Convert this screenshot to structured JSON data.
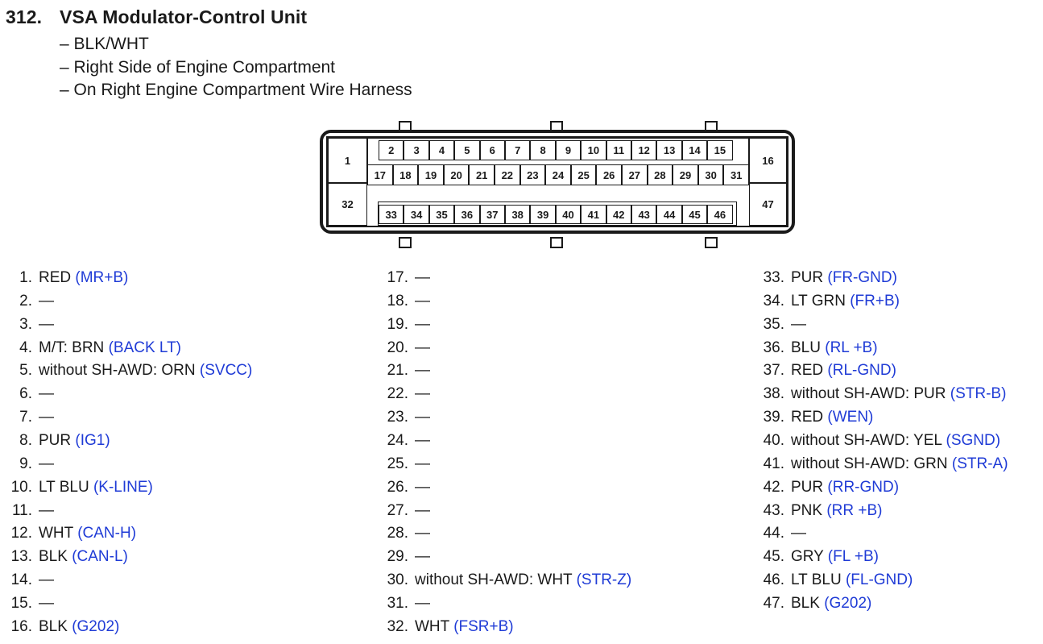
{
  "header": {
    "number": "312.",
    "title": "VSA Modulator-Control Unit",
    "subtitles": [
      "– BLK/WHT",
      "– Right Side of Engine Compartment",
      "– On Right Engine Compartment Wire Harness"
    ]
  },
  "connector": {
    "corner_cavities": [
      "1",
      "32",
      "16",
      "47"
    ],
    "row1": [
      "2",
      "3",
      "4",
      "5",
      "6",
      "7",
      "8",
      "9",
      "10",
      "11",
      "12",
      "13",
      "14",
      "15"
    ],
    "row2": [
      "17",
      "18",
      "19",
      "20",
      "21",
      "22",
      "23",
      "24",
      "25",
      "26",
      "27",
      "28",
      "29",
      "30",
      "31"
    ],
    "row3": [
      "33",
      "34",
      "35",
      "36",
      "37",
      "38",
      "39",
      "40",
      "41",
      "42",
      "43",
      "44",
      "45",
      "46"
    ]
  },
  "colors": {
    "signal": "#1f3bd6",
    "text": "#1a1a1a"
  },
  "pins": [
    [
      {
        "n": "1.",
        "wire": "RED",
        "signal": "(MR+B)"
      },
      {
        "n": "2.",
        "wire": "—",
        "signal": ""
      },
      {
        "n": "3.",
        "wire": "—",
        "signal": ""
      },
      {
        "n": "4.",
        "wire": "M/T: BRN",
        "signal": "(BACK LT)"
      },
      {
        "n": "5.",
        "wire": "without SH-AWD: ORN",
        "signal": "(SVCC)"
      },
      {
        "n": "6.",
        "wire": "—",
        "signal": ""
      },
      {
        "n": "7.",
        "wire": "—",
        "signal": ""
      },
      {
        "n": "8.",
        "wire": "PUR",
        "signal": "(IG1)"
      },
      {
        "n": "9.",
        "wire": "—",
        "signal": ""
      },
      {
        "n": "10.",
        "wire": "LT BLU",
        "signal": "(K-LINE)"
      },
      {
        "n": "11.",
        "wire": "—",
        "signal": ""
      },
      {
        "n": "12.",
        "wire": "WHT",
        "signal": "(CAN-H)"
      },
      {
        "n": "13.",
        "wire": "BLK",
        "signal": "(CAN-L)"
      },
      {
        "n": "14.",
        "wire": "—",
        "signal": ""
      },
      {
        "n": "15.",
        "wire": "—",
        "signal": ""
      },
      {
        "n": "16.",
        "wire": "BLK",
        "signal": "(G202)"
      }
    ],
    [
      {
        "n": "17.",
        "wire": "—",
        "signal": ""
      },
      {
        "n": "18.",
        "wire": "—",
        "signal": ""
      },
      {
        "n": "19.",
        "wire": "—",
        "signal": ""
      },
      {
        "n": "20.",
        "wire": "—",
        "signal": ""
      },
      {
        "n": "21.",
        "wire": "—",
        "signal": ""
      },
      {
        "n": "22.",
        "wire": "—",
        "signal": ""
      },
      {
        "n": "23.",
        "wire": "—",
        "signal": ""
      },
      {
        "n": "24.",
        "wire": "—",
        "signal": ""
      },
      {
        "n": "25.",
        "wire": "—",
        "signal": ""
      },
      {
        "n": "26.",
        "wire": "—",
        "signal": ""
      },
      {
        "n": "27.",
        "wire": "—",
        "signal": ""
      },
      {
        "n": "28.",
        "wire": "—",
        "signal": ""
      },
      {
        "n": "29.",
        "wire": "—",
        "signal": ""
      },
      {
        "n": "30.",
        "wire": "without SH-AWD: WHT",
        "signal": "(STR-Z)"
      },
      {
        "n": "31.",
        "wire": "—",
        "signal": ""
      },
      {
        "n": "32.",
        "wire": "WHT",
        "signal": "(FSR+B)"
      }
    ],
    [
      {
        "n": "33.",
        "wire": "PUR",
        "signal": "(FR-GND)"
      },
      {
        "n": "34.",
        "wire": "LT GRN",
        "signal": "(FR+B)"
      },
      {
        "n": "35.",
        "wire": "—",
        "signal": ""
      },
      {
        "n": "36.",
        "wire": "BLU",
        "signal": "(RL +B)"
      },
      {
        "n": "37.",
        "wire": "RED",
        "signal": "(RL-GND)"
      },
      {
        "n": "38.",
        "wire": "without SH-AWD: PUR",
        "signal": "(STR-B)"
      },
      {
        "n": "39.",
        "wire": "RED",
        "signal": "(WEN)"
      },
      {
        "n": "40.",
        "wire": "without SH-AWD: YEL",
        "signal": "(SGND)"
      },
      {
        "n": "41.",
        "wire": "without SH-AWD: GRN",
        "signal": "(STR-A)"
      },
      {
        "n": "42.",
        "wire": "PUR",
        "signal": "(RR-GND)"
      },
      {
        "n": "43.",
        "wire": "PNK",
        "signal": "(RR +B)"
      },
      {
        "n": "44.",
        "wire": "—",
        "signal": ""
      },
      {
        "n": "45.",
        "wire": "GRY",
        "signal": "(FL +B)"
      },
      {
        "n": "46.",
        "wire": "LT BLU",
        "signal": "(FL-GND)"
      },
      {
        "n": "47.",
        "wire": "BLK",
        "signal": "(G202)"
      }
    ]
  ]
}
